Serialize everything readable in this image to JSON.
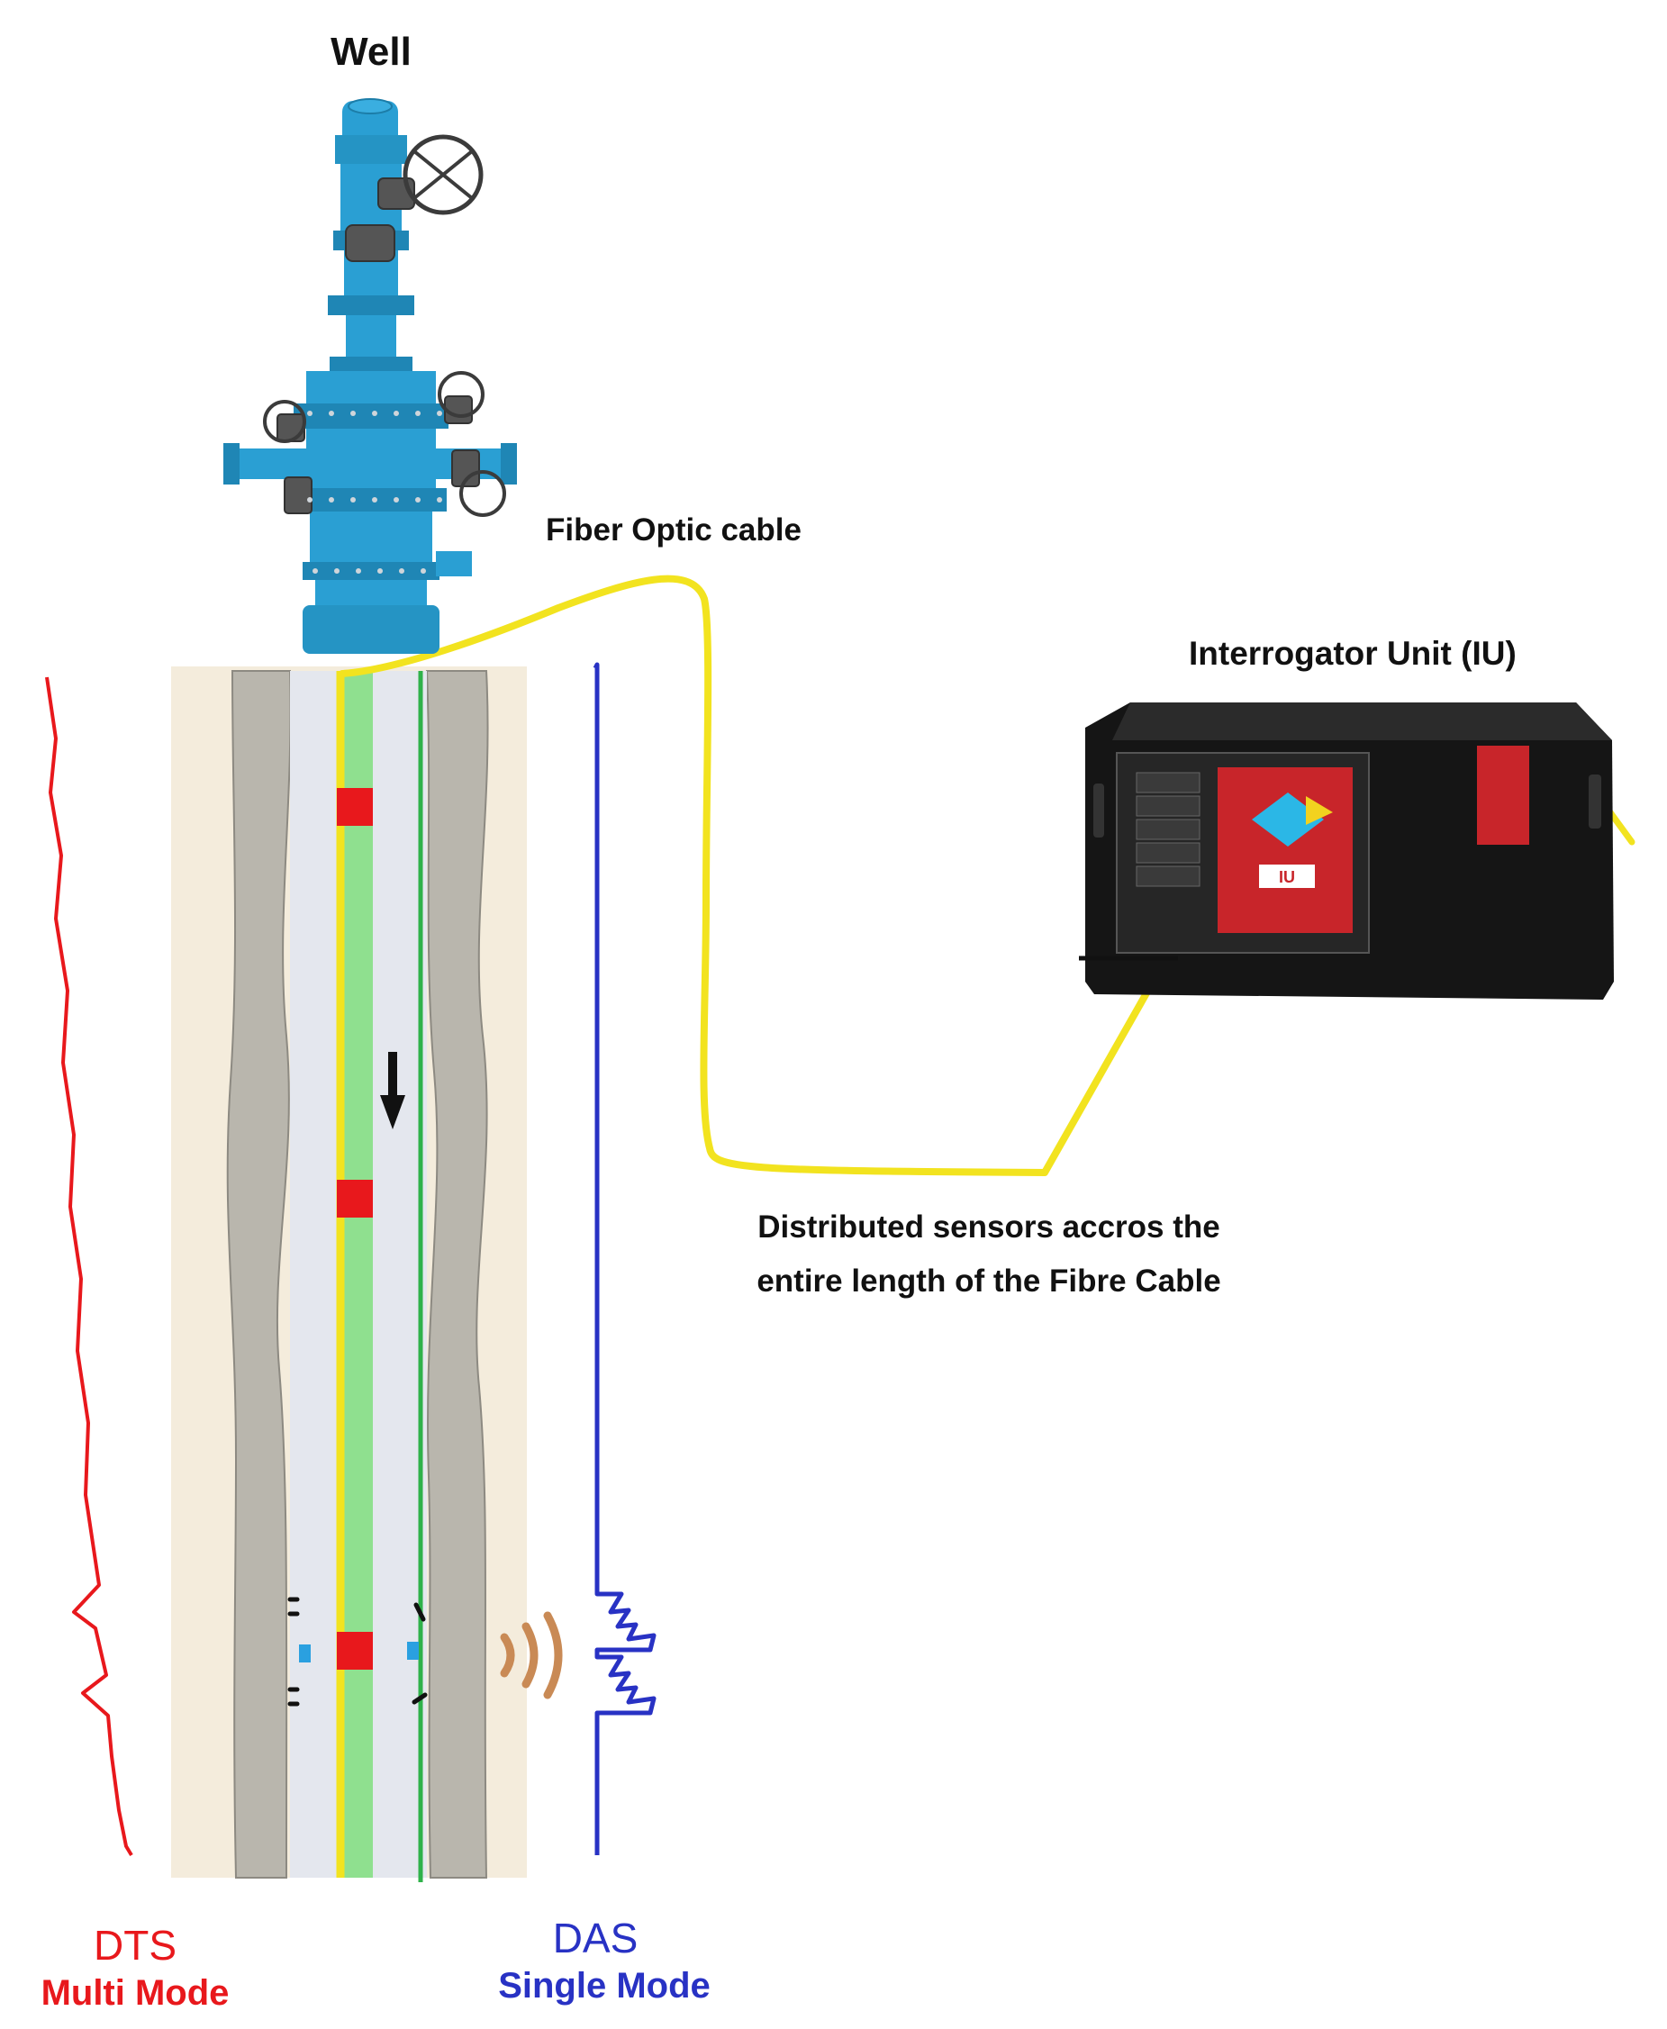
{
  "labels": {
    "well": "Well",
    "fiber_optic_cable": "Fiber Optic cable",
    "interrogator_unit": "Interrogator Unit (IU)",
    "distributed_line1": "Distributed sensors accros the",
    "distributed_line2": "entire length of the Fibre Cable",
    "dts": "DTS",
    "dts_mode": "Multi Mode",
    "das": "DAS",
    "das_mode": "Single Mode",
    "iu_badge": "IU"
  },
  "icons": [
    "wellhead-icon",
    "interrogator-unit-icon",
    "down-arrow-icon",
    "acoustic-wave-icon"
  ],
  "colors": {
    "dts": "#e8181c",
    "das": "#2832c4",
    "fiber": "#f2e31f",
    "green_line": "#2fb24a",
    "green_tube": "#8fe08f",
    "sensor": "#e8181c",
    "wellhead": "#2a9fd3",
    "rock": "#b9b6ad",
    "formation": "#f4ecdc",
    "iu_body": "#151515",
    "iu_panel": "#c8252a"
  }
}
